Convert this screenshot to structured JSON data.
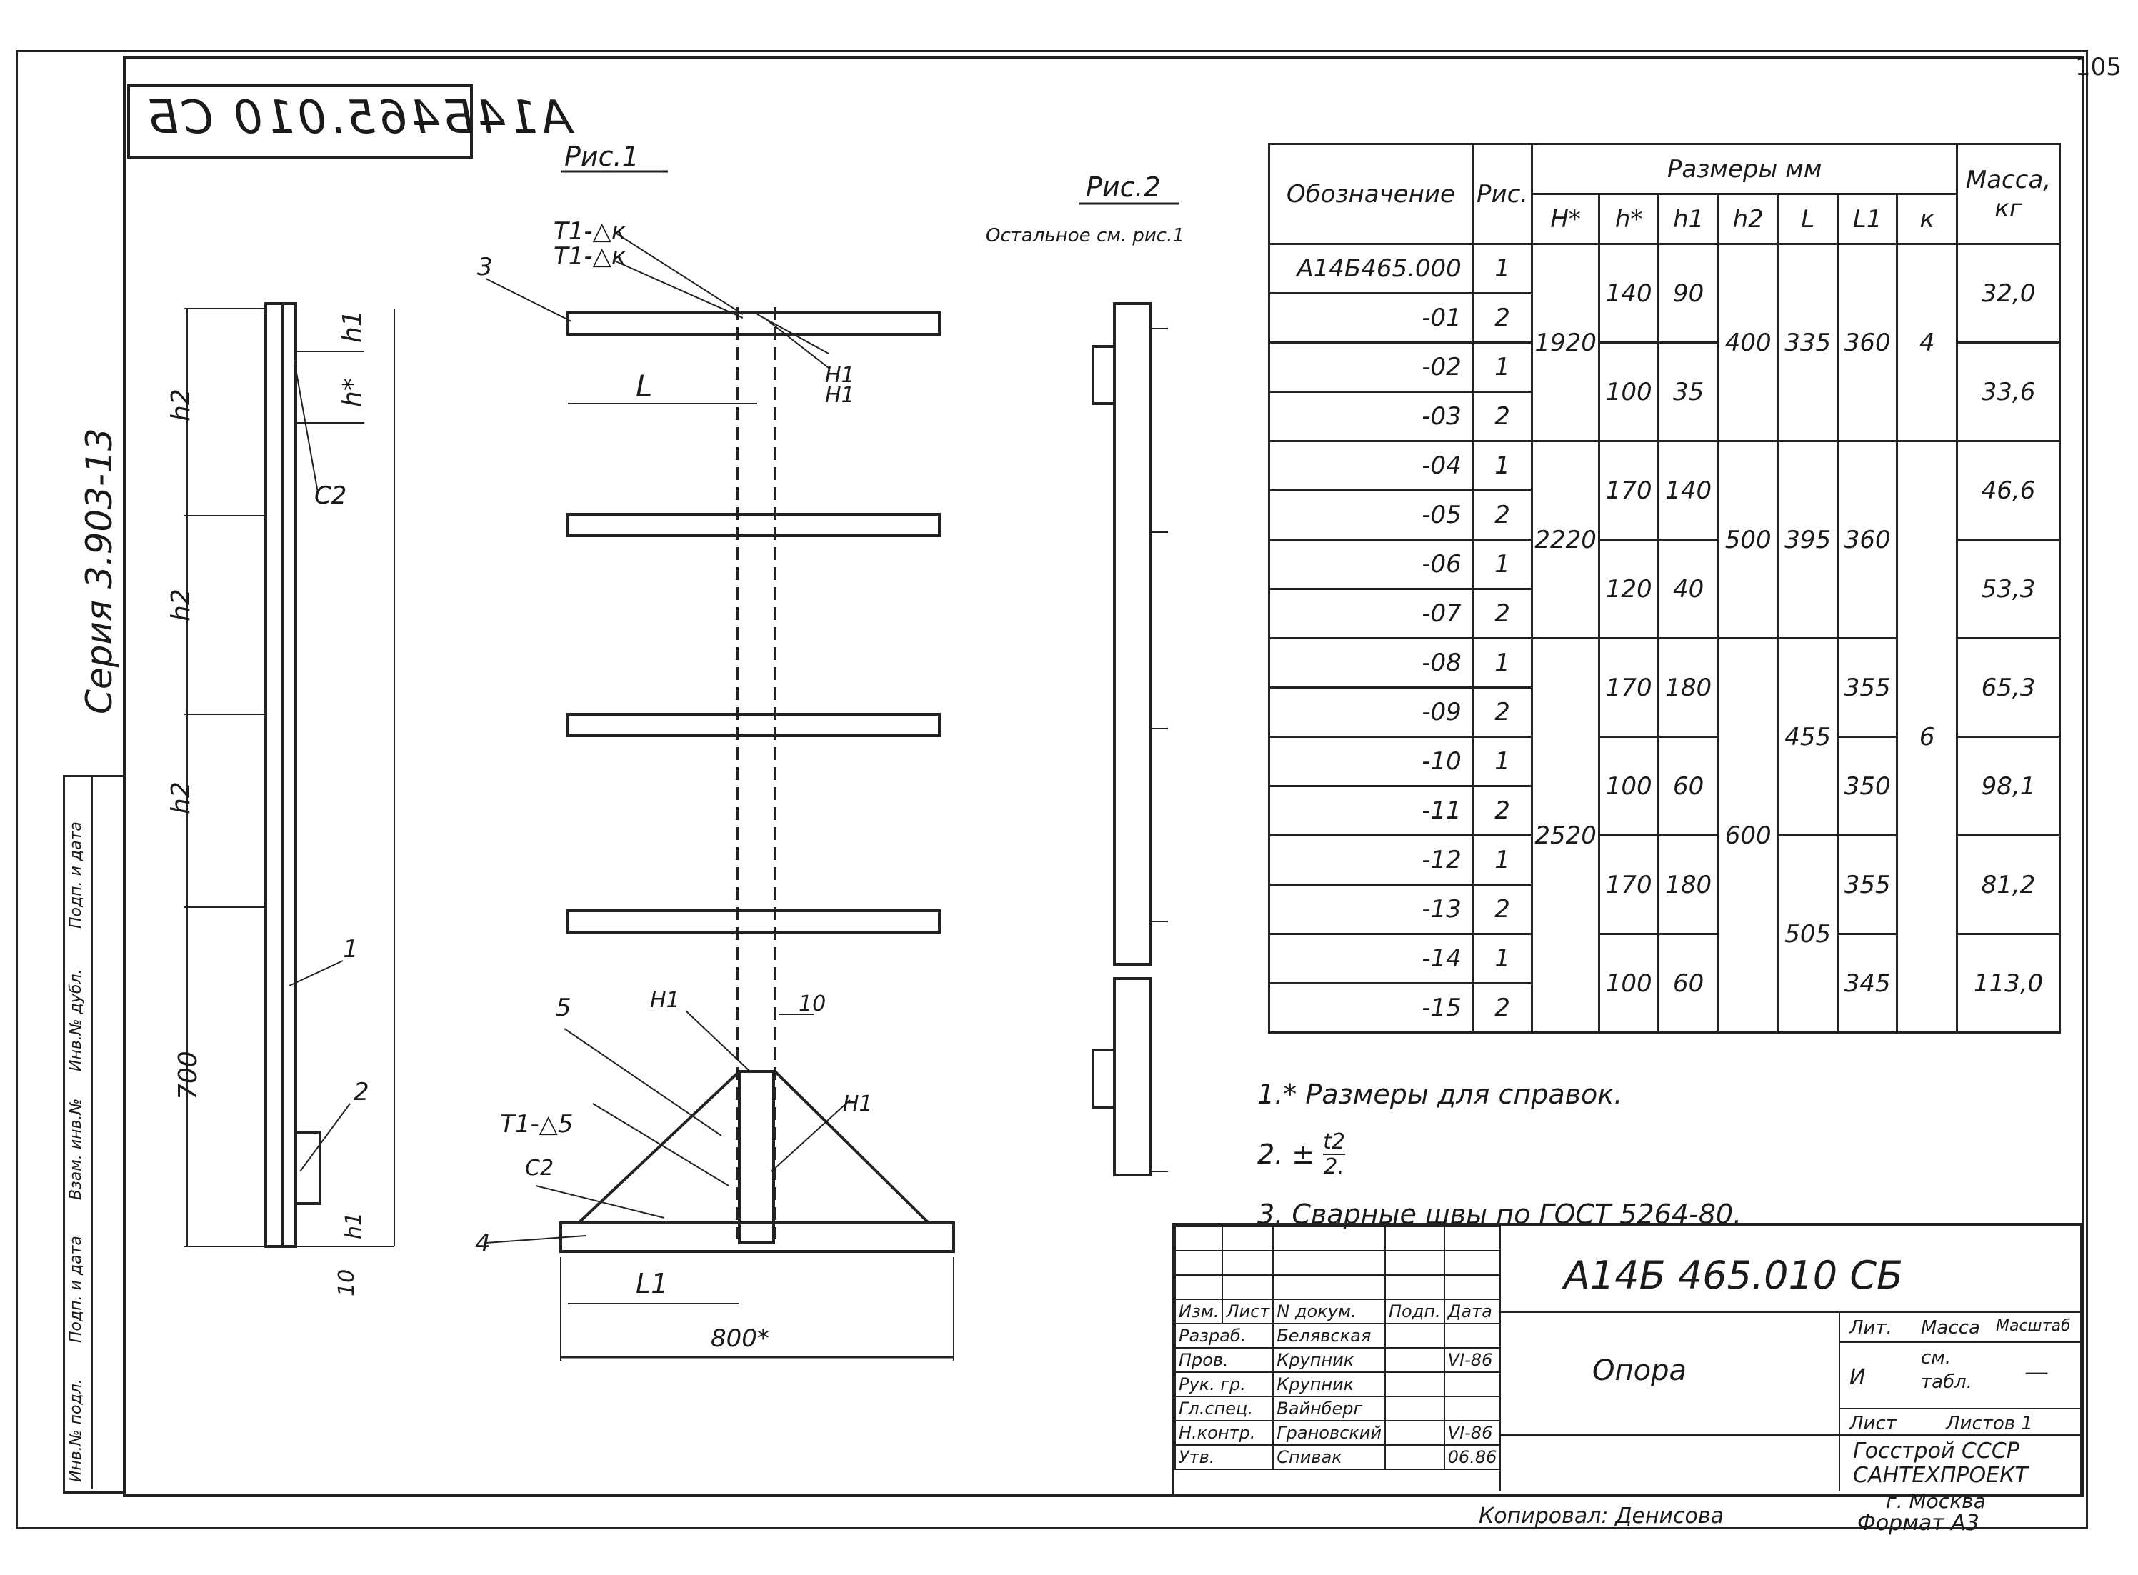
{
  "page_number": "105",
  "mirrored_code": "А14Б465.010 СБ",
  "series": "Серия 3.903-13",
  "side_strip": [
    "Инв.№ подл.",
    "Подп. и дата",
    "Взам. инв.№",
    "Инв.№ дубл.",
    "Подп. и дата"
  ],
  "fig1": {
    "caption": "Рис.1",
    "weld1": "Т1-△к",
    "weld2": "Т1-△к",
    "pos3": "3",
    "dim_L": "L",
    "h1a": "Н1",
    "h1b": "Н1",
    "pos5": "5",
    "h1c": "Н1",
    "dim10": "10",
    "weld3": "Т1-△5",
    "c2": "С2",
    "pos4": "4",
    "h1d": "Н1",
    "dim_l1": "L1",
    "dim800": "800*"
  },
  "side_view": {
    "h2a": "h2",
    "h2b": "h2",
    "h2c": "h2",
    "h_star": "h*",
    "h1": "h1",
    "c2": "С2",
    "pos1": "1",
    "dim700": "700",
    "pos2": "2",
    "h1b": "h1",
    "dim10": "10"
  },
  "fig2": {
    "caption": "Рис.2",
    "note": "Остальное см. рис.1"
  },
  "table": {
    "col_designation": "Обозначение",
    "col_fig": "Рис.",
    "col_dims": "Размеры мм",
    "col_mass": "Масса, кг",
    "sub": [
      "H*",
      "h*",
      "h1",
      "h2",
      "L",
      "L1",
      "к"
    ],
    "rows": [
      [
        "А14Б465.000",
        "1"
      ],
      [
        "-01",
        "2"
      ],
      [
        "-02",
        "1"
      ],
      [
        "-03",
        "2"
      ],
      [
        "-04",
        "1"
      ],
      [
        "-05",
        "2"
      ],
      [
        "-06",
        "1"
      ],
      [
        "-07",
        "2"
      ],
      [
        "-08",
        "1"
      ],
      [
        "-09",
        "2"
      ],
      [
        "-10",
        "1"
      ],
      [
        "-11",
        "2"
      ],
      [
        "-12",
        "1"
      ],
      [
        "-13",
        "2"
      ],
      [
        "-14",
        "1"
      ],
      [
        "-15",
        "2"
      ]
    ],
    "H": [
      "1920",
      "2220",
      "2520"
    ],
    "h_star": [
      "140",
      "100",
      "170",
      "120",
      "170",
      "100",
      "170",
      "100"
    ],
    "h1": [
      "90",
      "35",
      "140",
      "40",
      "180",
      "60",
      "180",
      "60"
    ],
    "h2": [
      "400",
      "500",
      "600"
    ],
    "L": [
      "335",
      "395",
      "455",
      "505"
    ],
    "L1": [
      "360",
      "360",
      "355",
      "350",
      "355",
      "345"
    ],
    "k": [
      "4",
      "6"
    ],
    "mass": [
      "32,0",
      "33,6",
      "46,6",
      "53,3",
      "65,3",
      "98,1",
      "81,2",
      "113,0"
    ]
  },
  "notes": {
    "n1": "1.* Размеры для справок.",
    "n2_prefix": "2.",
    "n2_pm": "±",
    "n2_num": "t2",
    "n2_den": "2.",
    "n3": "3. Сварные швы по ГОСТ 5264-80."
  },
  "stamp": {
    "code": "А14Б 465.010 СБ",
    "name": "Опора",
    "hdr": [
      "Изм.",
      "Лист",
      "N докум.",
      "Подп.",
      "Дата"
    ],
    "roles": [
      [
        "Разраб.",
        "Белявская"
      ],
      [
        "Пров.",
        "Крупник"
      ],
      [
        "Рук. гр.",
        "Крупник"
      ],
      [
        "Гл.спец.",
        "Вайнберг"
      ],
      [
        "Н.контр.",
        "Грановский"
      ],
      [
        "Утв.",
        "Спивак"
      ]
    ],
    "dates": [
      "VI-86",
      "VI-86",
      "06.86"
    ],
    "lit": "Лит.",
    "mass_lbl": "Масса",
    "scale_lbl": "Масштаб",
    "lit_val": "И",
    "mass_val": "см. табл.",
    "scale_val": "—",
    "sheet": "Лист",
    "sheets": "Листов 1",
    "org1": "Госстрой СССР",
    "org2": "САНТЕХПРОЕКТ",
    "org3": "г. Москва"
  },
  "copied": "Копировал: Денисова",
  "format": "Формат А3"
}
